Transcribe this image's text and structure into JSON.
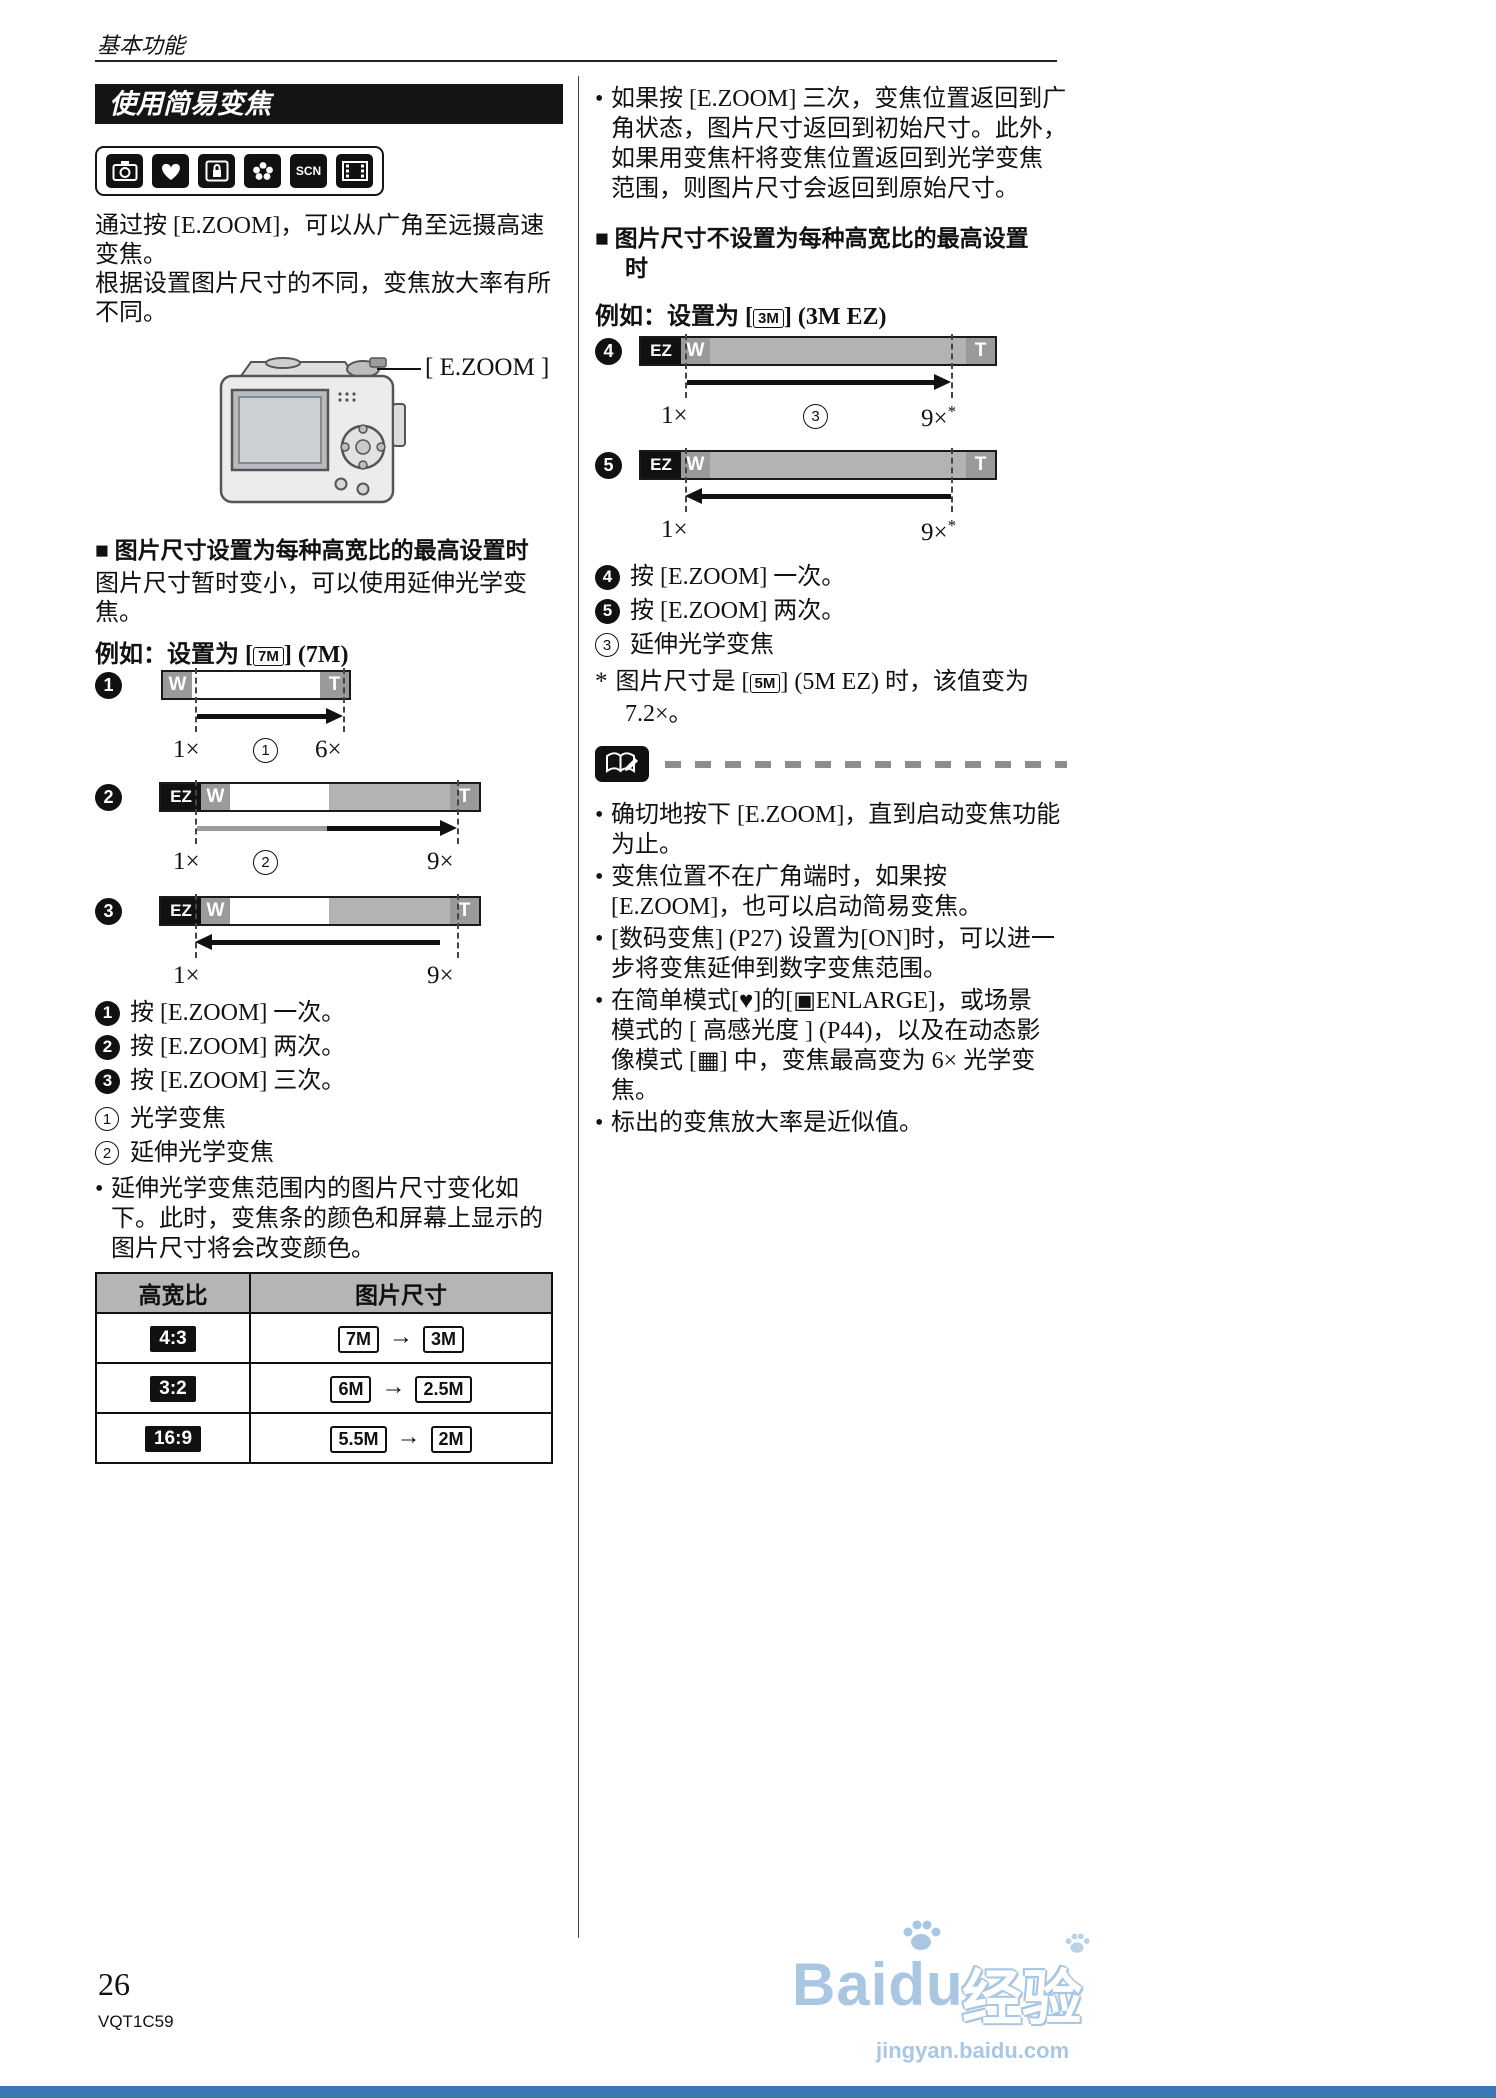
{
  "page": {
    "header": "基本功能",
    "page_number": "26",
    "doc_code": "VQT1C59"
  },
  "left": {
    "title": "使用简易变焦",
    "scn_label": "SCN",
    "intro_lines": [
      "通过按 [E.ZOOM]，可以从广角至远摄高速",
      "变焦。",
      "根据设置图片尺寸的不同，变焦放大率有所",
      "不同。"
    ],
    "ezoom_label": "[ E.ZOOM ]",
    "section1_title": "■ 图片尺寸设置为每种高宽比的最高设置时",
    "section1_lines": [
      "图片尺寸暂时变小，可以使用延伸光学变",
      "焦。"
    ],
    "example": {
      "prefix": "例如：设置为 [",
      "box": "7M",
      "suffix": "] (7M)"
    },
    "diagrams": [
      {
        "marker": "1",
        "ez": "",
        "w": "W",
        "t": "T",
        "start": "1×",
        "mid": "1",
        "end": "6×"
      },
      {
        "marker": "2",
        "ez": "EZ",
        "w": "W",
        "t": "T",
        "start": "1×",
        "mid": "2",
        "end": "9×"
      },
      {
        "marker": "3",
        "ez": "EZ",
        "w": "W",
        "t": "T",
        "start": "1×",
        "mid": "",
        "end": "9×"
      }
    ],
    "steps": [
      {
        "marker": "1",
        "text": "按 [E.ZOOM] 一次。"
      },
      {
        "marker": "2",
        "text": "按 [E.ZOOM] 两次。"
      },
      {
        "marker": "3",
        "text": "按 [E.ZOOM] 三次。"
      }
    ],
    "legend": [
      {
        "marker": "1",
        "text": "光学变焦"
      },
      {
        "marker": "2",
        "text": "延伸光学变焦"
      }
    ],
    "note_lines": [
      "延伸光学变焦范围内的图片尺寸变化如",
      "下。此时，变焦条的颜色和屏幕上显示的",
      "图片尺寸将会改变颜色。"
    ],
    "table": {
      "headers": [
        "高宽比",
        "图片尺寸"
      ],
      "rows": [
        {
          "ratio": "4:3",
          "from": "7M",
          "arrow": "→",
          "to": "3M"
        },
        {
          "ratio": "3:2",
          "from": "6M",
          "arrow": "→",
          "to": "2.5M"
        },
        {
          "ratio": "16:9",
          "from": "5.5M",
          "arrow": "→",
          "to": "2M"
        }
      ]
    }
  },
  "right": {
    "bullet1_lines": [
      "如果按 [E.ZOOM] 三次，变焦位置返回到广",
      "角状态，图片尺寸返回到初始尺寸。此外，",
      "如果用变焦杆将变焦位置返回到光学变焦",
      "范围，则图片尺寸会返回到原始尺寸。"
    ],
    "section2_lines": [
      "■ 图片尺寸不设置为每种高宽比的最高设置",
      "时"
    ],
    "example": {
      "prefix": "例如：设置为 [",
      "box": "3M",
      "suffix": "] (3M EZ)"
    },
    "diagrams": [
      {
        "marker": "4",
        "ez": "EZ",
        "w": "W",
        "t": "T",
        "start": "1×",
        "mid": "3",
        "end": "9×",
        "sup": "*"
      },
      {
        "marker": "5",
        "ez": "EZ",
        "w": "W",
        "t": "T",
        "start": "1×",
        "mid": "",
        "end": "9×",
        "sup": "*"
      }
    ],
    "steps": [
      {
        "marker": "4",
        "text": "按 [E.ZOOM] 一次。"
      },
      {
        "marker": "5",
        "text": "按 [E.ZOOM] 两次。"
      }
    ],
    "legend3": {
      "marker": "3",
      "text": "延伸光学变焦"
    },
    "asterisk_note": {
      "sym": "*",
      "prefix": "图片尺寸是 [",
      "box": "5M",
      "suffix": "] (5M EZ) 时，该值变为",
      "line2": "7.2×。"
    },
    "tips": [
      {
        "lines": [
          "确切地按下 [E.ZOOM]，直到启动变焦功能",
          "为止。"
        ]
      },
      {
        "lines": [
          "变焦位置不在广角端时，如果按",
          "[E.ZOOM]，也可以启动简易变焦。"
        ]
      },
      {
        "lines": [
          "[数码变焦] (P27) 设置为[ON]时，可以进一",
          "步将变焦延伸到数字变焦范围。"
        ]
      },
      {
        "lines": [
          "在简单模式[♥]的[▣ENLARGE]，或场景",
          "模式的 [ 高感光度 ] (P44)，以及在动态影",
          "像模式 [▦] 中，变焦最高变为 6× 光学变",
          "焦。"
        ]
      },
      {
        "lines": [
          "标出的变焦放大率是近似值。"
        ]
      }
    ]
  },
  "watermark": {
    "baidu": "Baidu",
    "jingyan": "经验",
    "url": "jingyan.baidu.com"
  },
  "colors": {
    "footer_bar": "#3b76b7",
    "watermark_blue": "#a9c7e3",
    "bar_gray": "#b3b3b3",
    "cap_gray": "#9a9a9a"
  }
}
